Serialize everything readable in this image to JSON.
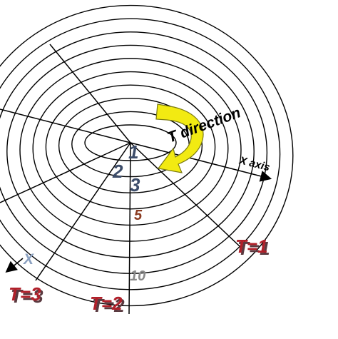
{
  "labels": {
    "t_direction": "T direction",
    "x_axis": "X axis",
    "t1": "T=1",
    "t2": "T=2",
    "t3": "T=3",
    "x_small": "X",
    "num_1": "1",
    "num_2": "2",
    "num_3": "3",
    "num_5": "5",
    "num_10": "10"
  },
  "colors": {
    "lines": "#000000",
    "arrow_fill": "#f2ea12",
    "arrow_stroke": "#7a7a10",
    "t_label": "#b0202a",
    "t_label_shadow": "#5a3a40",
    "num_dark": "#3d4d6a",
    "num_gray": "#8a8a8a",
    "num_brown": "#8a3a20"
  }
}
